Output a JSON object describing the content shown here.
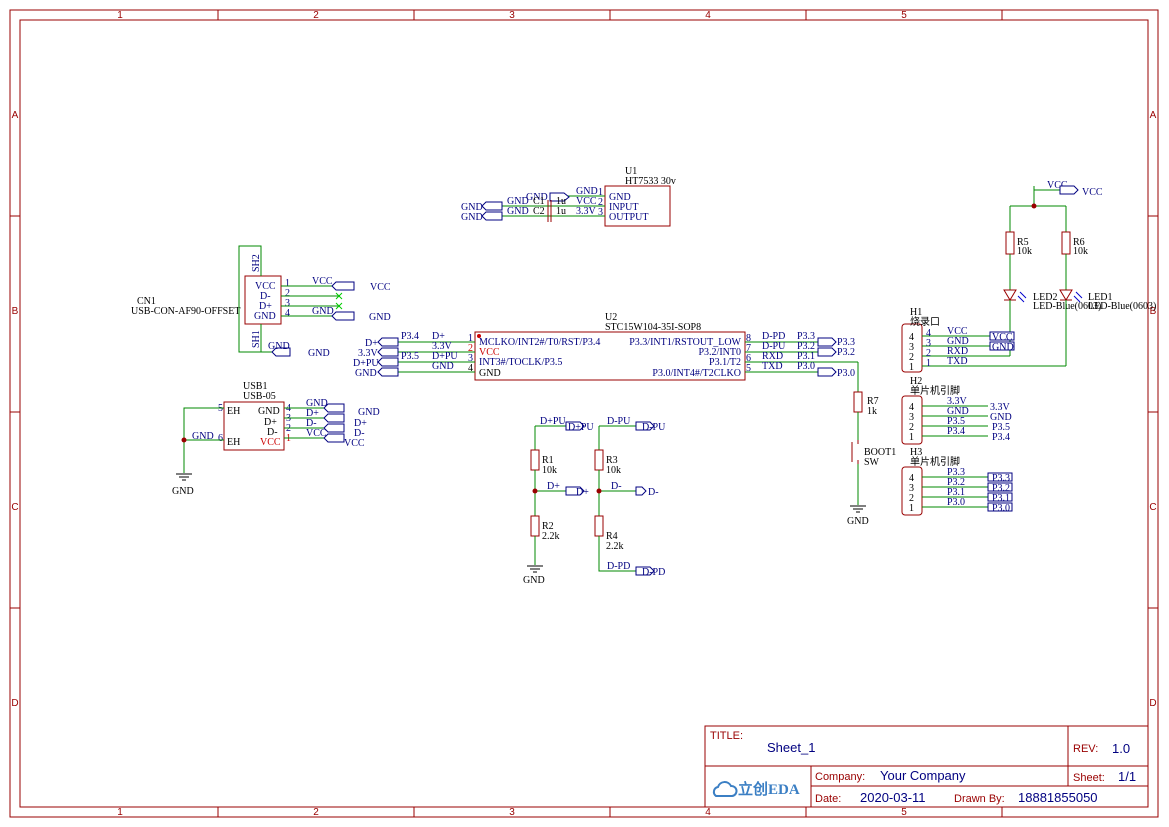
{
  "frame": {
    "columns": [
      "1",
      "2",
      "3",
      "4",
      "5"
    ],
    "rows": [
      "A",
      "B",
      "C",
      "D"
    ]
  },
  "title_block": {
    "title_label": "TITLE:",
    "title": "Sheet_1",
    "rev_label": "REV:",
    "rev": "1.0",
    "company_label": "Company:",
    "company": "Your Company",
    "sheet_label": "Sheet:",
    "sheet": "1/1",
    "date_label": "Date:",
    "date": "2020-03-11",
    "drawn_label": "Drawn By:",
    "drawn": "18881855050",
    "logo": "立创EDA"
  },
  "u1": {
    "ref": "U1",
    "value": "HT7533 30v",
    "pins": [
      "GND",
      "INPUT",
      "OUTPUT"
    ],
    "nums": [
      "1",
      "2",
      "3"
    ],
    "nets": [
      "GND",
      "VCC",
      "3.3V"
    ],
    "c1": "C1",
    "c1v": "1u",
    "c2": "C2",
    "c2v": "1u",
    "gnd_flag": "GND",
    "gnd_left1": "GND",
    "gnd_left2": "GND",
    "gnd_flag1": "GND",
    "gnd_flag2": "GND"
  },
  "cn1": {
    "ref": "CN1",
    "value": "USB-CON-AF90-OFFSET",
    "pins": [
      "VCC",
      "D-",
      "D+",
      "GND"
    ],
    "nums": [
      "1",
      "2",
      "3",
      "4"
    ],
    "sh1": "SH1",
    "sh2": "SH2",
    "net_vcc": "VCC",
    "net_gnd": "GND",
    "net_sh_gnd": "GND",
    "flag_vcc": "VCC",
    "flag_gnd": "GND",
    "flag_sh_gnd": "GND"
  },
  "usb1": {
    "ref": "USB1",
    "value": "USB-05",
    "right_pins": [
      "GND",
      "D+",
      "D-",
      "VCC"
    ],
    "right_nums": [
      "4",
      "3",
      "2",
      "1"
    ],
    "left_pins": [
      "EH",
      "EH"
    ],
    "left_nums": [
      "5",
      "6"
    ],
    "nets": [
      "GND",
      "D+",
      "D-",
      "VCC"
    ],
    "flags": [
      "GND",
      "D+",
      "D-",
      "VCC"
    ],
    "gnd_net": "GND",
    "gnd_symbol": "GND"
  },
  "u2": {
    "ref": "U2",
    "value": "STC15W104-35I-SOP8",
    "left_pins": [
      "MCLKO/INT2#/T0/RST/P3.4",
      "VCC",
      "INT3#/TOCLK/P3.5",
      "GND"
    ],
    "left_nums": [
      "1",
      "2",
      "3",
      "4"
    ],
    "right_pins": [
      "P3.3/INT1/RSTOUT_LOW",
      "P3.2/INT0",
      "P3.1/T2",
      "P3.0/INT4#/T2CLKO"
    ],
    "right_nums": [
      "8",
      "7",
      "6",
      "5"
    ],
    "left_nets_outer": [
      "P3.4",
      "",
      "P3.5",
      ""
    ],
    "left_nets_inner": [
      "D+",
      "3.3V",
      "D+PU",
      "GND"
    ],
    "left_flags": [
      "D+",
      "3.3V",
      "D+PU",
      "GND"
    ],
    "right_nets_inner": [
      "D-PD",
      "D-PU",
      "RXD",
      "TXD"
    ],
    "right_nets_outer": [
      "P3.3",
      "P3.2",
      "P3.1",
      "P3.0"
    ],
    "right_flags": [
      "P3.3",
      "P3.2",
      "P3.0"
    ]
  },
  "r7": {
    "ref": "R7",
    "value": "1k"
  },
  "boot": {
    "ref": "BOOT1",
    "value": "SW",
    "gnd": "GND"
  },
  "divider": {
    "r1": "R1",
    "r1v": "10k",
    "r2": "R2",
    "r2v": "2.2k",
    "r3": "R3",
    "r3v": "10k",
    "r4": "R4",
    "r4v": "2.2k",
    "n_dpu": "D+PU",
    "f_dpu": "D+PU",
    "n_dp": "D+",
    "f_dp": "D+",
    "n_dmpu": "D-PU",
    "f_dmpu": "D-PU",
    "n_dm": "D-",
    "f_dm": "D-",
    "n_dmpd": "D-PD",
    "f_dmpd": "D-PD",
    "gnd": "GND"
  },
  "leds": {
    "r5": "R5",
    "r5v": "10k",
    "r6": "R6",
    "r6v": "10k",
    "led2": "LED2",
    "led2v": "LED-Blue(0603)",
    "led1": "LED1",
    "led1v": "LED-Blue(0603)",
    "vcc_net": "VCC",
    "vcc_flag": "VCC"
  },
  "h1": {
    "ref": "H1",
    "value": "烧录口",
    "nums": [
      "4",
      "3",
      "2",
      "1"
    ],
    "nets": [
      "VCC",
      "GND",
      "RXD",
      "TXD"
    ],
    "flags": [
      "VCC",
      "GND"
    ]
  },
  "h2": {
    "ref": "H2",
    "value": "单片机引脚",
    "nums": [
      "4",
      "3",
      "2",
      "1"
    ],
    "nets": [
      "3.3V",
      "GND",
      "P3.5",
      "P3.4"
    ],
    "labels": [
      "3.3V",
      "GND",
      "P3.5",
      "P3.4"
    ]
  },
  "h3": {
    "ref": "H3",
    "value": "单片机引脚",
    "nums": [
      "4",
      "3",
      "2",
      "1"
    ],
    "nets": [
      "P3.3",
      "P3.2",
      "P3.1",
      "P3.0"
    ],
    "flags": [
      "P3.3",
      "P3.2",
      "P3.1",
      "P3.0"
    ]
  }
}
